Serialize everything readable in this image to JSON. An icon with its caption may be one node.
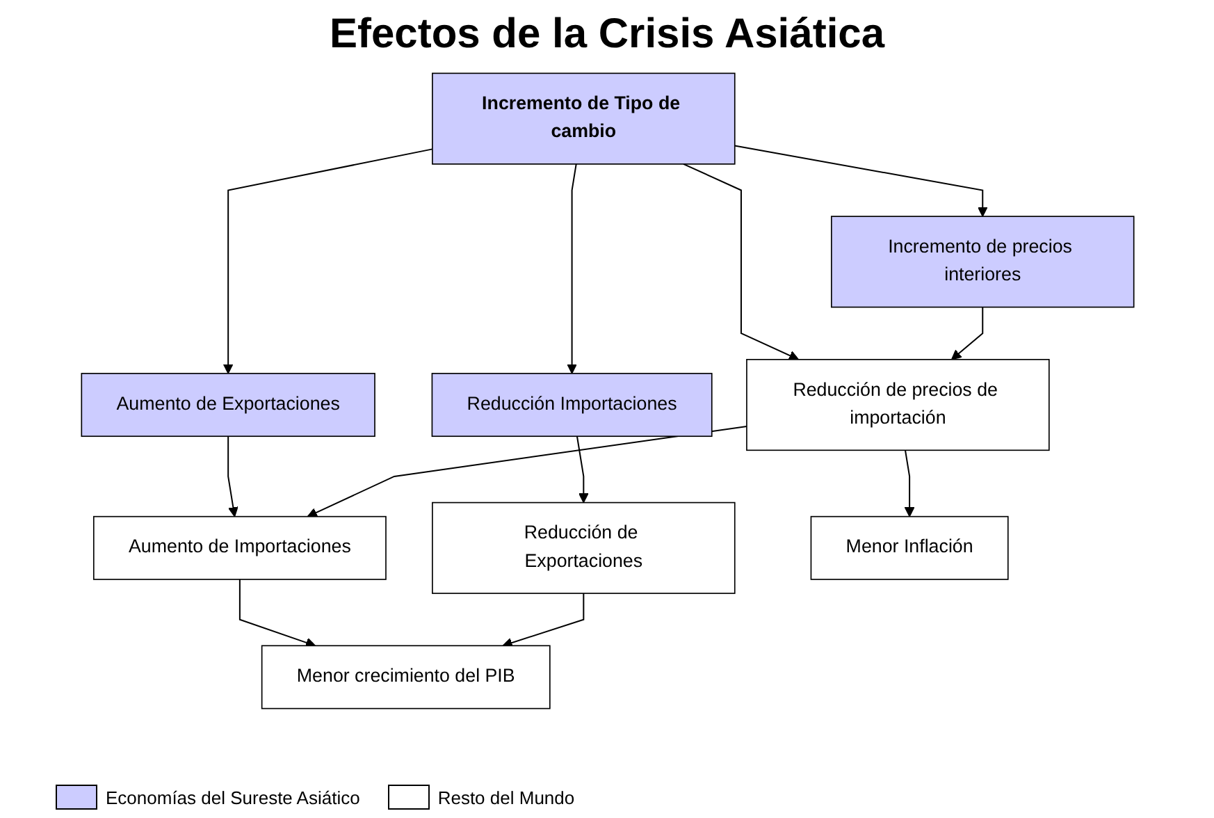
{
  "diagram": {
    "title": "Efectos de la Crisis Asiática",
    "nodes": [
      {
        "text": [
          "Incremento de Tipo de cambio"
        ]
      },
      {
        "text": [
          "Incremento de precios interiores"
        ]
      },
      {
        "text": [
          "Aumento de Exportaciones"
        ]
      },
      {
        "text": [
          "Reducción Importaciones"
        ]
      },
      {
        "text": [
          "Reducción de precios de importación"
        ]
      },
      {
        "text": [
          "Aumento de Importaciones"
        ]
      },
      {
        "text": [
          "Reducción de Exportaciones"
        ]
      },
      {
        "text": [
          "Menor Inflación"
        ]
      },
      {
        "text": [
          "Menor crecimiento del PIB"
        ]
      }
    ],
    "edges": [
      {
        "from": 0,
        "to": 1,
        "arrow": "to"
      },
      {
        "from": 0,
        "to": 2,
        "arrow": "to"
      },
      {
        "from": 0,
        "to": 3,
        "arrow": "to"
      },
      {
        "from": 0,
        "to": 4,
        "arrow": "to"
      },
      {
        "from": 1,
        "to": 4,
        "arrow": "to"
      },
      {
        "from": 2,
        "to": 5,
        "arrow": "to"
      },
      {
        "from": 3,
        "to": 6,
        "arrow": "to"
      },
      {
        "from": 4,
        "to": 5,
        "arrow": "to"
      },
      {
        "from": 4,
        "to": 7,
        "arrow": "to"
      },
      {
        "from": 5,
        "to": 8,
        "arrow": "to"
      },
      {
        "from": 6,
        "to": 8,
        "arrow": "to"
      }
    ],
    "legend": [
      {
        "text": "Economías del Sureste Asiático",
        "color": "#ccccff"
      },
      {
        "text": "Resto del Mundo",
        "color": "#ffffff"
      }
    ]
  }
}
